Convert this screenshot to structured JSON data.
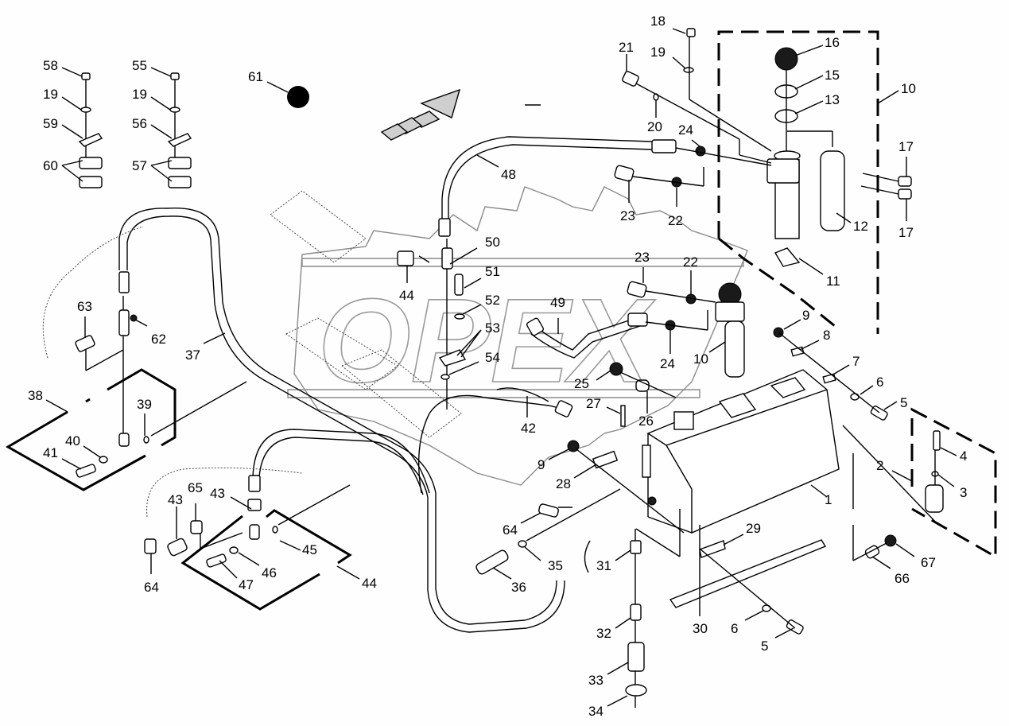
{
  "diagram": {
    "title": "Hydraulic tank and hose assembly exploded parts diagram",
    "watermark": "OPEX",
    "colors": {
      "line": "#000000",
      "watermark": "#9a9a9a",
      "background": "#fdfefd"
    },
    "callouts": [
      {
        "id": "c1",
        "label": "1"
      },
      {
        "id": "c2",
        "label": "2"
      },
      {
        "id": "c3",
        "label": "3"
      },
      {
        "id": "c4",
        "label": "4"
      },
      {
        "id": "c5a",
        "label": "5"
      },
      {
        "id": "c5b",
        "label": "5"
      },
      {
        "id": "c6a",
        "label": "6"
      },
      {
        "id": "c6b",
        "label": "6"
      },
      {
        "id": "c7",
        "label": "7"
      },
      {
        "id": "c8",
        "label": "8"
      },
      {
        "id": "c9a",
        "label": "9"
      },
      {
        "id": "c9b",
        "label": "9"
      },
      {
        "id": "c10a",
        "label": "10"
      },
      {
        "id": "c10b",
        "label": "10"
      },
      {
        "id": "c11",
        "label": "11"
      },
      {
        "id": "c12",
        "label": "12"
      },
      {
        "id": "c13",
        "label": "13"
      },
      {
        "id": "c15",
        "label": "15"
      },
      {
        "id": "c16",
        "label": "16"
      },
      {
        "id": "c17a",
        "label": "17"
      },
      {
        "id": "c17b",
        "label": "17"
      },
      {
        "id": "c18",
        "label": "18"
      },
      {
        "id": "c19a",
        "label": "19"
      },
      {
        "id": "c19b",
        "label": "19"
      },
      {
        "id": "c19c",
        "label": "19"
      },
      {
        "id": "c20",
        "label": "20"
      },
      {
        "id": "c21",
        "label": "21"
      },
      {
        "id": "c22a",
        "label": "22"
      },
      {
        "id": "c22b",
        "label": "22"
      },
      {
        "id": "c23a",
        "label": "23"
      },
      {
        "id": "c23b",
        "label": "23"
      },
      {
        "id": "c24a",
        "label": "24"
      },
      {
        "id": "c24b",
        "label": "24"
      },
      {
        "id": "c25",
        "label": "25"
      },
      {
        "id": "c26",
        "label": "26"
      },
      {
        "id": "c27",
        "label": "27"
      },
      {
        "id": "c28",
        "label": "28"
      },
      {
        "id": "c29",
        "label": "29"
      },
      {
        "id": "c30",
        "label": "30"
      },
      {
        "id": "c31",
        "label": "31"
      },
      {
        "id": "c32",
        "label": "32"
      },
      {
        "id": "c33",
        "label": "33"
      },
      {
        "id": "c34",
        "label": "34"
      },
      {
        "id": "c35",
        "label": "35"
      },
      {
        "id": "c36",
        "label": "36"
      },
      {
        "id": "c37",
        "label": "37"
      },
      {
        "id": "c38",
        "label": "38"
      },
      {
        "id": "c39",
        "label": "39"
      },
      {
        "id": "c40",
        "label": "40"
      },
      {
        "id": "c41",
        "label": "41"
      },
      {
        "id": "c42",
        "label": "42"
      },
      {
        "id": "c43a",
        "label": "43"
      },
      {
        "id": "c43b",
        "label": "43"
      },
      {
        "id": "c44a",
        "label": "44"
      },
      {
        "id": "c44b",
        "label": "44"
      },
      {
        "id": "c45",
        "label": "45"
      },
      {
        "id": "c46",
        "label": "46"
      },
      {
        "id": "c47",
        "label": "47"
      },
      {
        "id": "c48",
        "label": "48"
      },
      {
        "id": "c49",
        "label": "49"
      },
      {
        "id": "c50",
        "label": "50"
      },
      {
        "id": "c51",
        "label": "51"
      },
      {
        "id": "c52",
        "label": "52"
      },
      {
        "id": "c53",
        "label": "53"
      },
      {
        "id": "c54",
        "label": "54"
      },
      {
        "id": "c55",
        "label": "55"
      },
      {
        "id": "c56",
        "label": "56"
      },
      {
        "id": "c57",
        "label": "57"
      },
      {
        "id": "c58",
        "label": "58"
      },
      {
        "id": "c59",
        "label": "59"
      },
      {
        "id": "c60",
        "label": "60"
      },
      {
        "id": "c61",
        "label": "61"
      },
      {
        "id": "c62",
        "label": "62"
      },
      {
        "id": "c63",
        "label": "63"
      },
      {
        "id": "c64a",
        "label": "64"
      },
      {
        "id": "c64b",
        "label": "64"
      },
      {
        "id": "c65",
        "label": "65"
      },
      {
        "id": "c66",
        "label": "66"
      },
      {
        "id": "c67",
        "label": "67"
      }
    ]
  }
}
